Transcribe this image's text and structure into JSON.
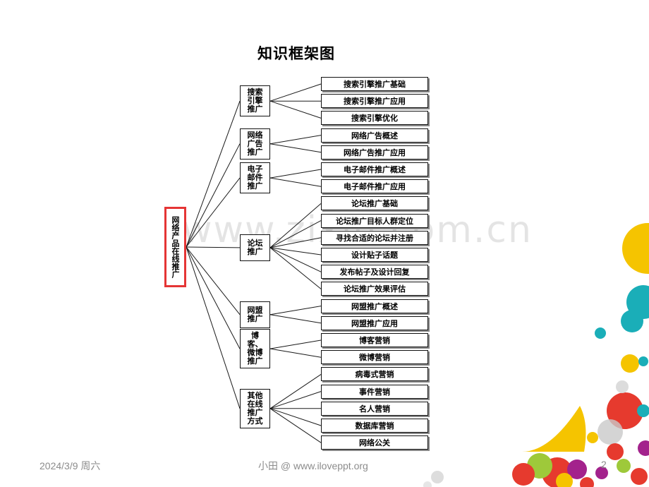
{
  "slide": {
    "title": "知识框架图",
    "watermark": "www.zixin.com.cn",
    "footer": {
      "date": "2024/3/9 周六",
      "author": "小田 @ www.iloveppt.org",
      "page": "2"
    }
  },
  "diagram": {
    "root": "网络产品在线推广",
    "branches": [
      {
        "label": "搜索引擎推广",
        "items": [
          "搜索引擎推广基础",
          "搜索引擎推广应用",
          "搜索引擎优化"
        ]
      },
      {
        "label": "网络广告推广",
        "items": [
          "网络广告概述",
          "网络广告推广应用"
        ]
      },
      {
        "label": "电子邮件推广",
        "items": [
          "电子邮件推广概述",
          "电子邮件推广应用"
        ]
      },
      {
        "label": "论坛推广",
        "items": [
          "论坛推广基础",
          "论坛推广目标人群定位",
          "寻找合适的论坛并注册",
          "设计贴子话题",
          "发布帖子及设计回复",
          "论坛推广效果评估"
        ]
      },
      {
        "label": "网盟推广",
        "items": [
          "网盟推广概述",
          "网盟推广应用"
        ]
      },
      {
        "label": "博客、微博推广",
        "items": [
          "博客营销",
          "微博营销"
        ]
      },
      {
        "label": "其他在线推广方式",
        "items": [
          "病毒式营销",
          "事件营销",
          "名人营销",
          "数据库营销",
          "网络公关"
        ]
      }
    ]
  },
  "colors": {
    "root_border": "#e53535",
    "line": "#1a1a1a",
    "footer_text": "#8c8c8c",
    "deco_yellow": "#f5c400",
    "deco_teal": "#1aaeb8",
    "deco_red": "#e63a2e",
    "deco_magenta": "#a3228c",
    "deco_green": "#9ec93a"
  }
}
